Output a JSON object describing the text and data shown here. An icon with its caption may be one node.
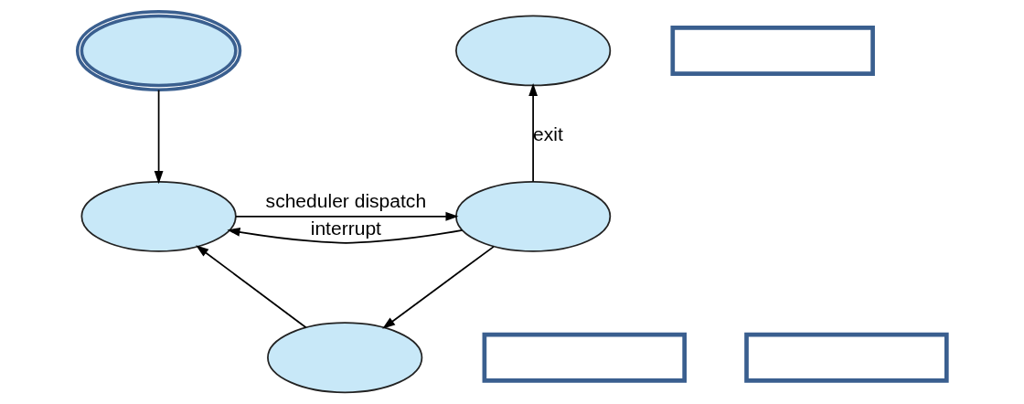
{
  "diagram": {
    "nodes": [
      {
        "text": [],
        "shape": "ellipse"
      },
      {
        "text": [],
        "shape": "box"
      },
      {
        "text": [],
        "shape": "ellipse"
      },
      {
        "text": [],
        "shape": "ellipse"
      },
      {
        "text": [],
        "shape": "ellipse"
      },
      {
        "text": [],
        "shape": "box"
      },
      {
        "text": [],
        "shape": "ellipse"
      },
      {
        "text": [],
        "shape": "box"
      }
    ],
    "edges": [
      {
        "from": 0,
        "to": 3,
        "arrow": "to"
      },
      {
        "from": 4,
        "to": 3,
        "arrow": "to",
        "label": "interrupt"
      },
      {
        "from": 4,
        "to": 2,
        "arrow": "to",
        "label": "exit"
      },
      {
        "from": 3,
        "to": 4,
        "arrow": "to",
        "label": "scheduler dispatch"
      },
      {
        "from": 4,
        "to": 6,
        "arrow": "to"
      },
      {
        "from": 6,
        "to": 3,
        "arrow": "to"
      }
    ]
  }
}
